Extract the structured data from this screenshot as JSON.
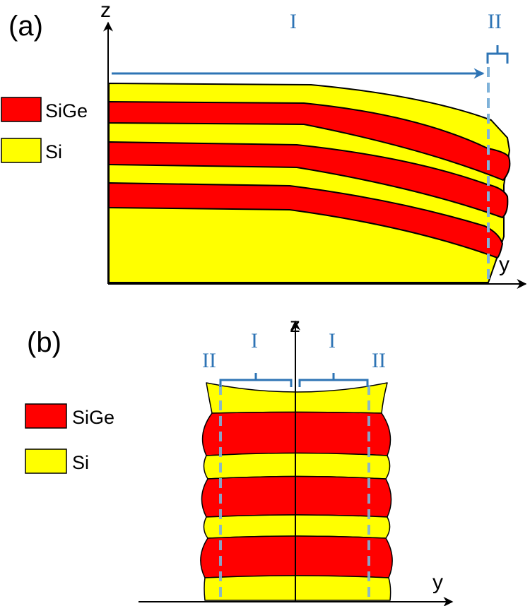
{
  "panel_a": {
    "label": "(a)",
    "z_axis": "z",
    "y_axis": "y",
    "region_1": "I",
    "region_2": "II",
    "legend": [
      {
        "name": "SiGe",
        "color": "#ff0000"
      },
      {
        "name": "Si",
        "color": "#ffff00"
      }
    ]
  },
  "panel_b": {
    "label": "(b)",
    "z_axis": "z",
    "y_axis": "y",
    "region_1_left": "I",
    "region_1_right": "I",
    "region_2_left": "II",
    "region_2_right": "II",
    "legend": [
      {
        "name": "SiGe",
        "color": "#ff0000"
      },
      {
        "name": "Si",
        "color": "#ffff00"
      }
    ]
  },
  "colors": {
    "sige": "#ff0000",
    "si": "#ffff00",
    "annotation": "#2e74b5",
    "dashed_line": "#7fb2d9",
    "outline": "#000000"
  }
}
